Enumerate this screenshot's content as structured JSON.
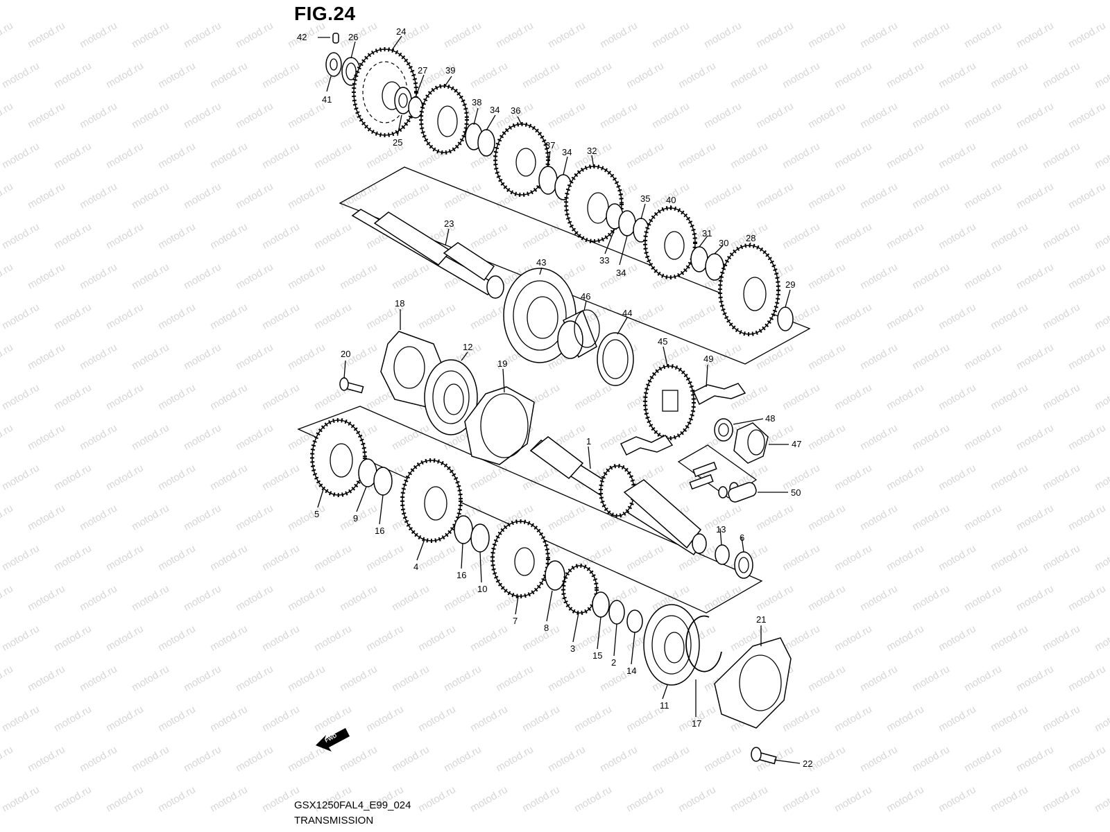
{
  "figure": {
    "title": "FIG.24",
    "code": "GSX1250FAL4_E99_024",
    "caption": "TRANSMISSION"
  },
  "watermark": {
    "text": "motod.ru"
  },
  "fwd_marker": {
    "text": "FWD"
  },
  "callouts": [
    {
      "id": "42",
      "label": "42"
    },
    {
      "id": "26",
      "label": "26"
    },
    {
      "id": "24",
      "label": "24"
    },
    {
      "id": "41",
      "label": "41"
    },
    {
      "id": "27",
      "label": "27"
    },
    {
      "id": "39",
      "label": "39"
    },
    {
      "id": "25",
      "label": "25"
    },
    {
      "id": "38",
      "label": "38"
    },
    {
      "id": "34a",
      "label": "34"
    },
    {
      "id": "36",
      "label": "36"
    },
    {
      "id": "37",
      "label": "37"
    },
    {
      "id": "34b",
      "label": "34"
    },
    {
      "id": "32",
      "label": "32"
    },
    {
      "id": "23",
      "label": "23"
    },
    {
      "id": "35",
      "label": "35"
    },
    {
      "id": "40",
      "label": "40"
    },
    {
      "id": "33",
      "label": "33"
    },
    {
      "id": "34c",
      "label": "34"
    },
    {
      "id": "31",
      "label": "31"
    },
    {
      "id": "30",
      "label": "30"
    },
    {
      "id": "28",
      "label": "28"
    },
    {
      "id": "43",
      "label": "43"
    },
    {
      "id": "29",
      "label": "29"
    },
    {
      "id": "18",
      "label": "18"
    },
    {
      "id": "46",
      "label": "46"
    },
    {
      "id": "44",
      "label": "44"
    },
    {
      "id": "20",
      "label": "20"
    },
    {
      "id": "12",
      "label": "12"
    },
    {
      "id": "19",
      "label": "19"
    },
    {
      "id": "45",
      "label": "45"
    },
    {
      "id": "49",
      "label": "49"
    },
    {
      "id": "48",
      "label": "48"
    },
    {
      "id": "47",
      "label": "47"
    },
    {
      "id": "1",
      "label": "1"
    },
    {
      "id": "50",
      "label": "50"
    },
    {
      "id": "5",
      "label": "5"
    },
    {
      "id": "9",
      "label": "9"
    },
    {
      "id": "16a",
      "label": "16"
    },
    {
      "id": "4",
      "label": "4"
    },
    {
      "id": "16b",
      "label": "16"
    },
    {
      "id": "10",
      "label": "10"
    },
    {
      "id": "13",
      "label": "13"
    },
    {
      "id": "6",
      "label": "6"
    },
    {
      "id": "7",
      "label": "7"
    },
    {
      "id": "8",
      "label": "8"
    },
    {
      "id": "3",
      "label": "3"
    },
    {
      "id": "15",
      "label": "15"
    },
    {
      "id": "2",
      "label": "2"
    },
    {
      "id": "14",
      "label": "14"
    },
    {
      "id": "11",
      "label": "11"
    },
    {
      "id": "21",
      "label": "21"
    },
    {
      "id": "17",
      "label": "17"
    },
    {
      "id": "22",
      "label": "22"
    }
  ]
}
